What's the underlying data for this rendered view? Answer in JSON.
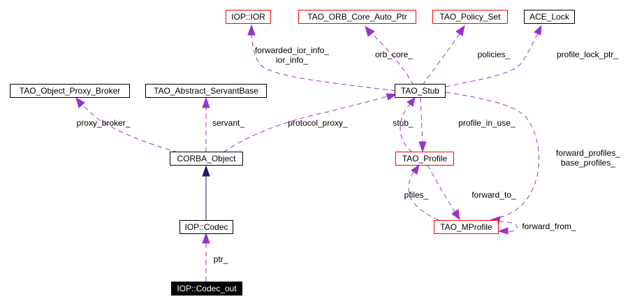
{
  "diagram": {
    "type": "collaboration-graph",
    "focus_node": "IOP::Codec_out",
    "colors": {
      "edge_usage": "#9a32cd",
      "edge_inheritance": "#191970",
      "node_border_default": "#000000",
      "node_border_truncated": "#ff0000",
      "focus_fill": "#000000"
    },
    "nodes": [
      {
        "id": "ior",
        "label": "IOP::IOR",
        "style": "red"
      },
      {
        "id": "orbcore",
        "label": "TAO_ORB_Core_Auto_Ptr",
        "style": "red"
      },
      {
        "id": "policyset",
        "label": "TAO_Policy_Set",
        "style": "red"
      },
      {
        "id": "acelock",
        "label": "ACE_Lock",
        "style": "plain"
      },
      {
        "id": "proxybroker",
        "label": "TAO_Object_Proxy_Broker",
        "style": "plain"
      },
      {
        "id": "servantbase",
        "label": "TAO_Abstract_ServantBase",
        "style": "plain"
      },
      {
        "id": "stub",
        "label": "TAO_Stub",
        "style": "plain"
      },
      {
        "id": "corba",
        "label": "CORBA_Object",
        "style": "plain"
      },
      {
        "id": "profile",
        "label": "TAO_Profile",
        "style": "red"
      },
      {
        "id": "codec",
        "label": "IOP::Codec",
        "style": "plain"
      },
      {
        "id": "mprofile",
        "label": "TAO_MProfile",
        "style": "red"
      },
      {
        "id": "codecout",
        "label": "IOP::Codec_out",
        "style": "focus"
      }
    ],
    "edges": [
      {
        "from": "stub",
        "to": "ior",
        "labels": [
          "forwarded_ior_info_",
          "ior_info_"
        ],
        "kind": "usage"
      },
      {
        "from": "stub",
        "to": "orbcore",
        "labels": [
          "orb_core_"
        ],
        "kind": "usage"
      },
      {
        "from": "stub",
        "to": "policyset",
        "labels": [
          "policies_"
        ],
        "kind": "usage"
      },
      {
        "from": "stub",
        "to": "acelock",
        "labels": [
          "profile_lock_ptr_"
        ],
        "kind": "usage"
      },
      {
        "from": "corba",
        "to": "proxybroker",
        "labels": [
          "proxy_broker_"
        ],
        "kind": "usage"
      },
      {
        "from": "corba",
        "to": "servantbase",
        "labels": [
          "servant_"
        ],
        "kind": "usage"
      },
      {
        "from": "corba",
        "to": "stub",
        "labels": [
          "protocol_proxy_"
        ],
        "kind": "usage"
      },
      {
        "from": "profile",
        "to": "stub",
        "labels": [
          "stub_"
        ],
        "kind": "usage"
      },
      {
        "from": "stub",
        "to": "profile",
        "labels": [
          "profile_in_use_"
        ],
        "kind": "usage"
      },
      {
        "from": "stub",
        "to": "mprofile",
        "labels": [
          "forward_profiles_",
          "base_profiles_"
        ],
        "kind": "usage"
      },
      {
        "from": "mprofile",
        "to": "profile",
        "labels": [
          "pfiles_"
        ],
        "kind": "usage"
      },
      {
        "from": "profile",
        "to": "mprofile",
        "labels": [
          "forward_to_"
        ],
        "kind": "usage"
      },
      {
        "from": "mprofile",
        "to": "mprofile",
        "labels": [
          "forward_from_"
        ],
        "kind": "usage"
      },
      {
        "from": "codec",
        "to": "corba",
        "labels": [],
        "kind": "inheritance"
      },
      {
        "from": "codecout",
        "to": "codec",
        "labels": [
          "ptr_"
        ],
        "kind": "usage"
      }
    ]
  }
}
